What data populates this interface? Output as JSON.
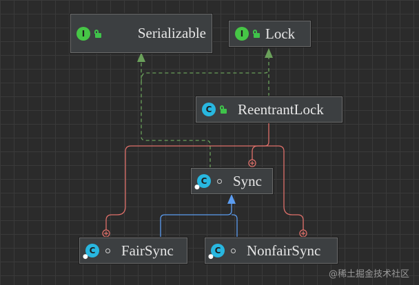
{
  "nodes": {
    "serializable": {
      "label": "Serializable",
      "kind": "interface",
      "kind_letter": "I",
      "visibility": "public"
    },
    "lock": {
      "label": "Lock",
      "kind": "interface",
      "kind_letter": "I",
      "visibility": "public"
    },
    "reentrant_lock": {
      "label": "ReentrantLock",
      "kind": "class",
      "kind_letter": "C",
      "visibility": "public"
    },
    "sync": {
      "label": "Sync",
      "kind": "class",
      "kind_letter": "C",
      "visibility": "package"
    },
    "fair_sync": {
      "label": "FairSync",
      "kind": "class",
      "kind_letter": "C",
      "visibility": "package"
    },
    "nonfair_sync": {
      "label": "NonfairSync",
      "kind": "class",
      "kind_letter": "C",
      "visibility": "package"
    }
  },
  "colors": {
    "background": "#2b2b2b",
    "implements_edge": "#6aa05a",
    "extends_edge": "#5b9cf0",
    "inner_class_edge": "#e0706a"
  },
  "watermark": "@稀土掘金技术社区"
}
